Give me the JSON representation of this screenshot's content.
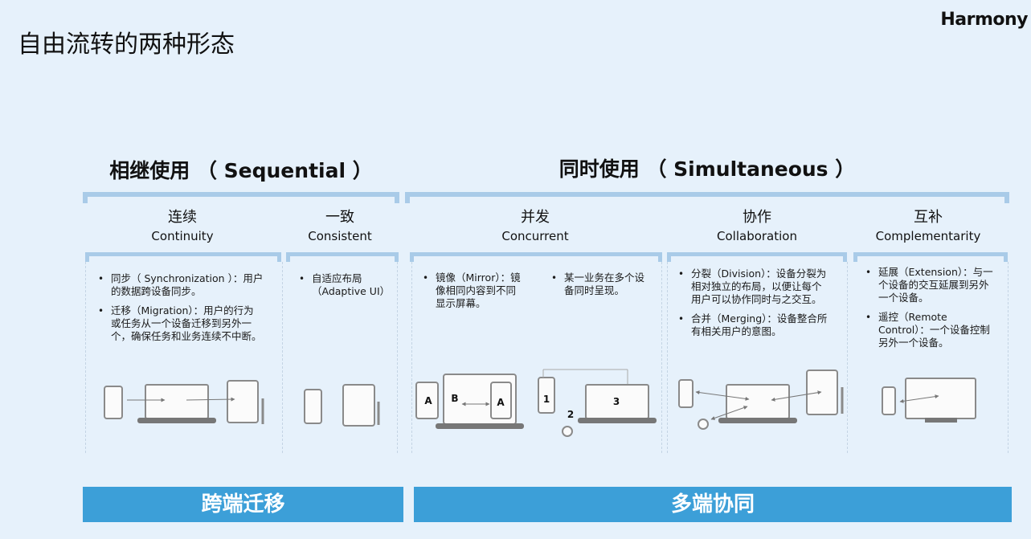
{
  "title": "自由流转的两种形态",
  "logo": "Harmony",
  "groups": {
    "sequential": "相继使用 （ Sequential ）",
    "simultaneous": "同时使用 （ Simultaneous ）"
  },
  "categories": [
    {
      "zh": "连续",
      "en": "Continuity"
    },
    {
      "zh": "一致",
      "en": "Consistent"
    },
    {
      "zh": "并发",
      "en": "Concurrent"
    },
    {
      "zh": "协作",
      "en": "Collaboration"
    },
    {
      "zh": "互补",
      "en": "Complementarity"
    }
  ],
  "bullets": {
    "continuity": [
      "同步（ Synchronization ）：用户的数据跨设备同步。",
      "迁移（Migration）：用户的行为或任务从一个设备迁移到另外一个，确保任务和业务连续不中断。"
    ],
    "consistent": [
      "自适应布局（Adaptive UI）"
    ],
    "concurrent_left": [
      "镜像（Mirror）：镜像相同内容到不同显示屏幕。"
    ],
    "concurrent_right": [
      "某一业务在多个设备同时呈现。"
    ],
    "collaboration": [
      "分裂（Division）：设备分裂为相对独立的布局，以便让每个用户可以协作同时与之交互。",
      "合并（Merging）：设备整合所有相关用户的意图。"
    ],
    "complementarity": [
      "延展（Extension）：与一个设备的交互延展到另外一个设备。",
      "遥控（Remote Control）：一个设备控制另外一个设备。"
    ]
  },
  "diagram_labels": {
    "mirror_a_left": "A",
    "mirror_b": "B",
    "mirror_a_right": "A",
    "concurrent_1": "1",
    "concurrent_2": "2",
    "concurrent_3": "3"
  },
  "bands": {
    "left": "跨端迁移",
    "right": "多端协同"
  },
  "colors": {
    "background": "#e6f1fb",
    "bracket": "#a9cbe8",
    "band": "#3c9fd8",
    "device_stroke": "#8a8a8a"
  }
}
